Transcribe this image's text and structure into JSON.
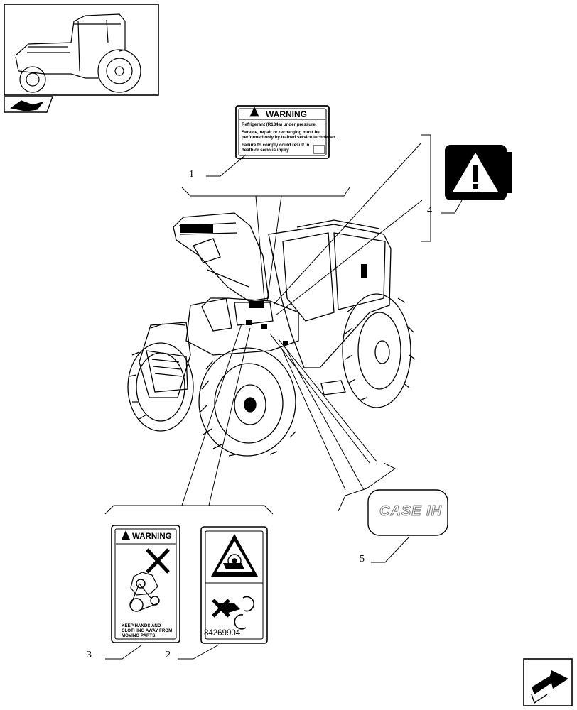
{
  "callouts": [
    "1",
    "2",
    "3",
    "4",
    "5"
  ],
  "decal_1": {
    "header": "WARNING",
    "line_1": "Refrigerant (R134a) under pressure.",
    "line_2": "Service, repair or recharging must be",
    "line_3": "performed only by trained service technician.",
    "line_4": "Failure to comply could result in",
    "line_5": "death or serious injury."
  },
  "decal_2": {
    "part_number": "84269904"
  },
  "decal_3": {
    "header": "WARNING",
    "line_1": "KEEP HANDS AND",
    "line_2": "CLOTHING AWAY FROM",
    "line_3": "MOVING PARTS."
  },
  "decal_5": {
    "brand": "CASE IH"
  },
  "icons": [
    "tractor-thumbnail-icon",
    "book-hand-icon",
    "warning-triangle-icon",
    "next-page-arrow-icon"
  ]
}
